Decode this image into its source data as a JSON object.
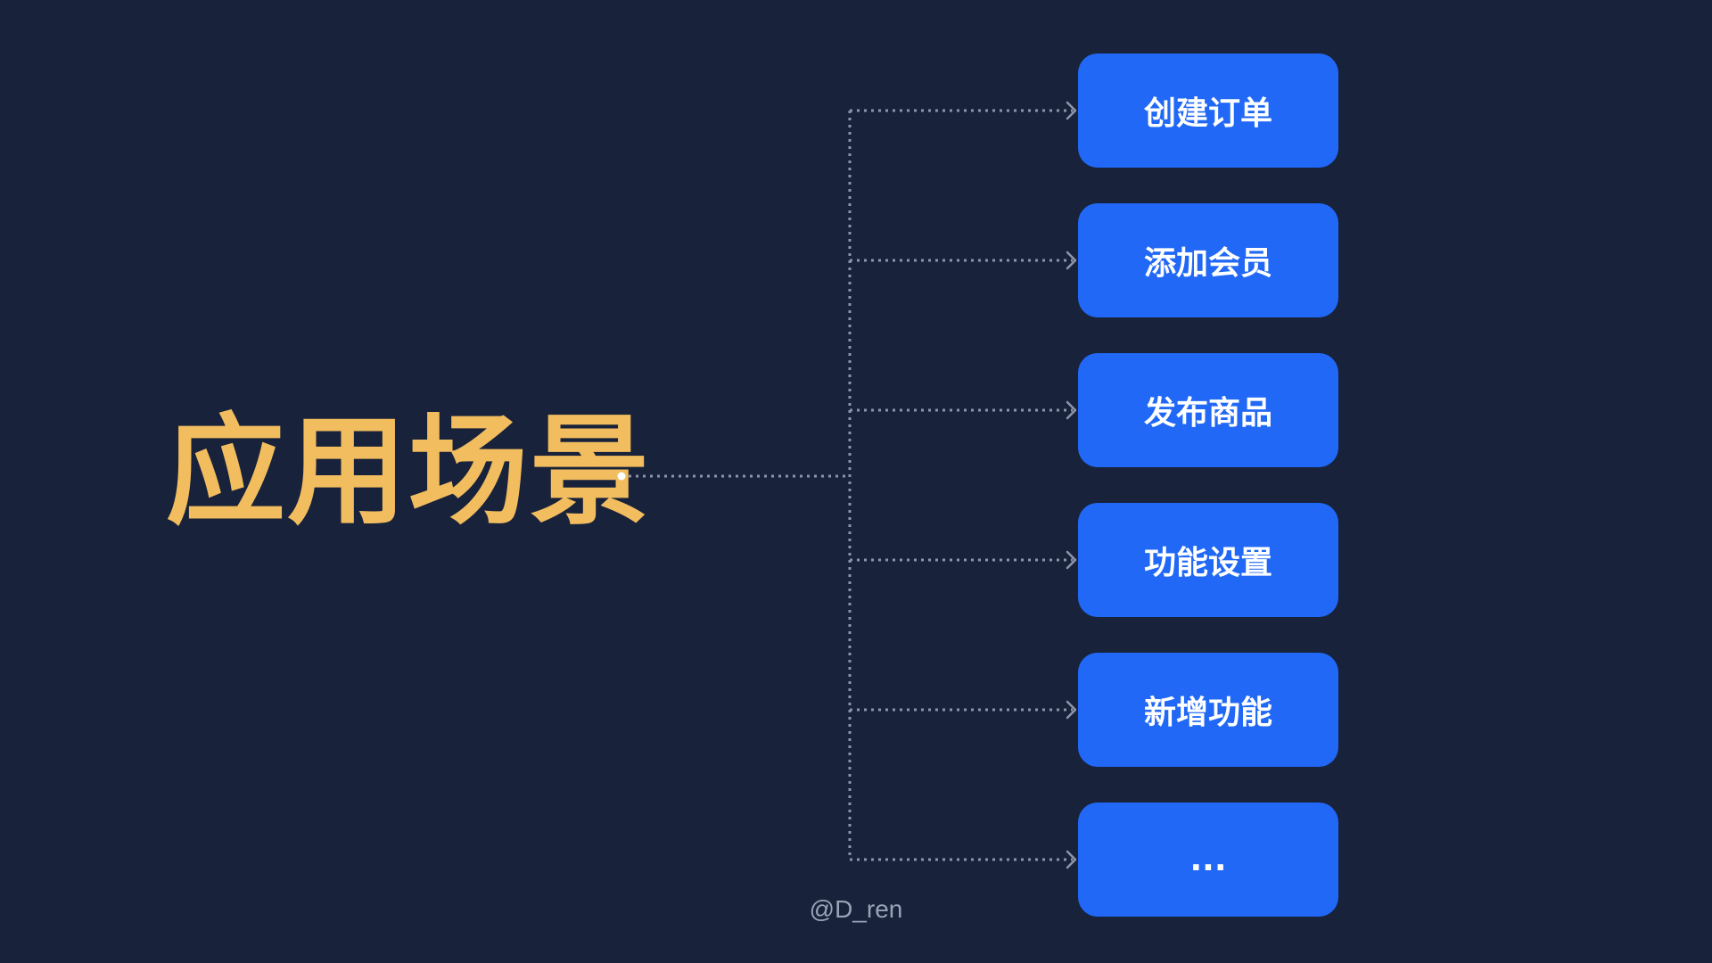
{
  "title": "应用场景",
  "nodes": [
    "创建订单",
    "添加会员",
    "发布商品",
    "功能设置",
    "新增功能",
    "..."
  ],
  "credit": "@D_ren",
  "colors": {
    "background": "#18223b",
    "title": "#f2bd5e",
    "node_fill": "#2068f5",
    "node_text": "#ffffff",
    "connector": "#8d96a8",
    "credit": "#9aa3b5"
  }
}
